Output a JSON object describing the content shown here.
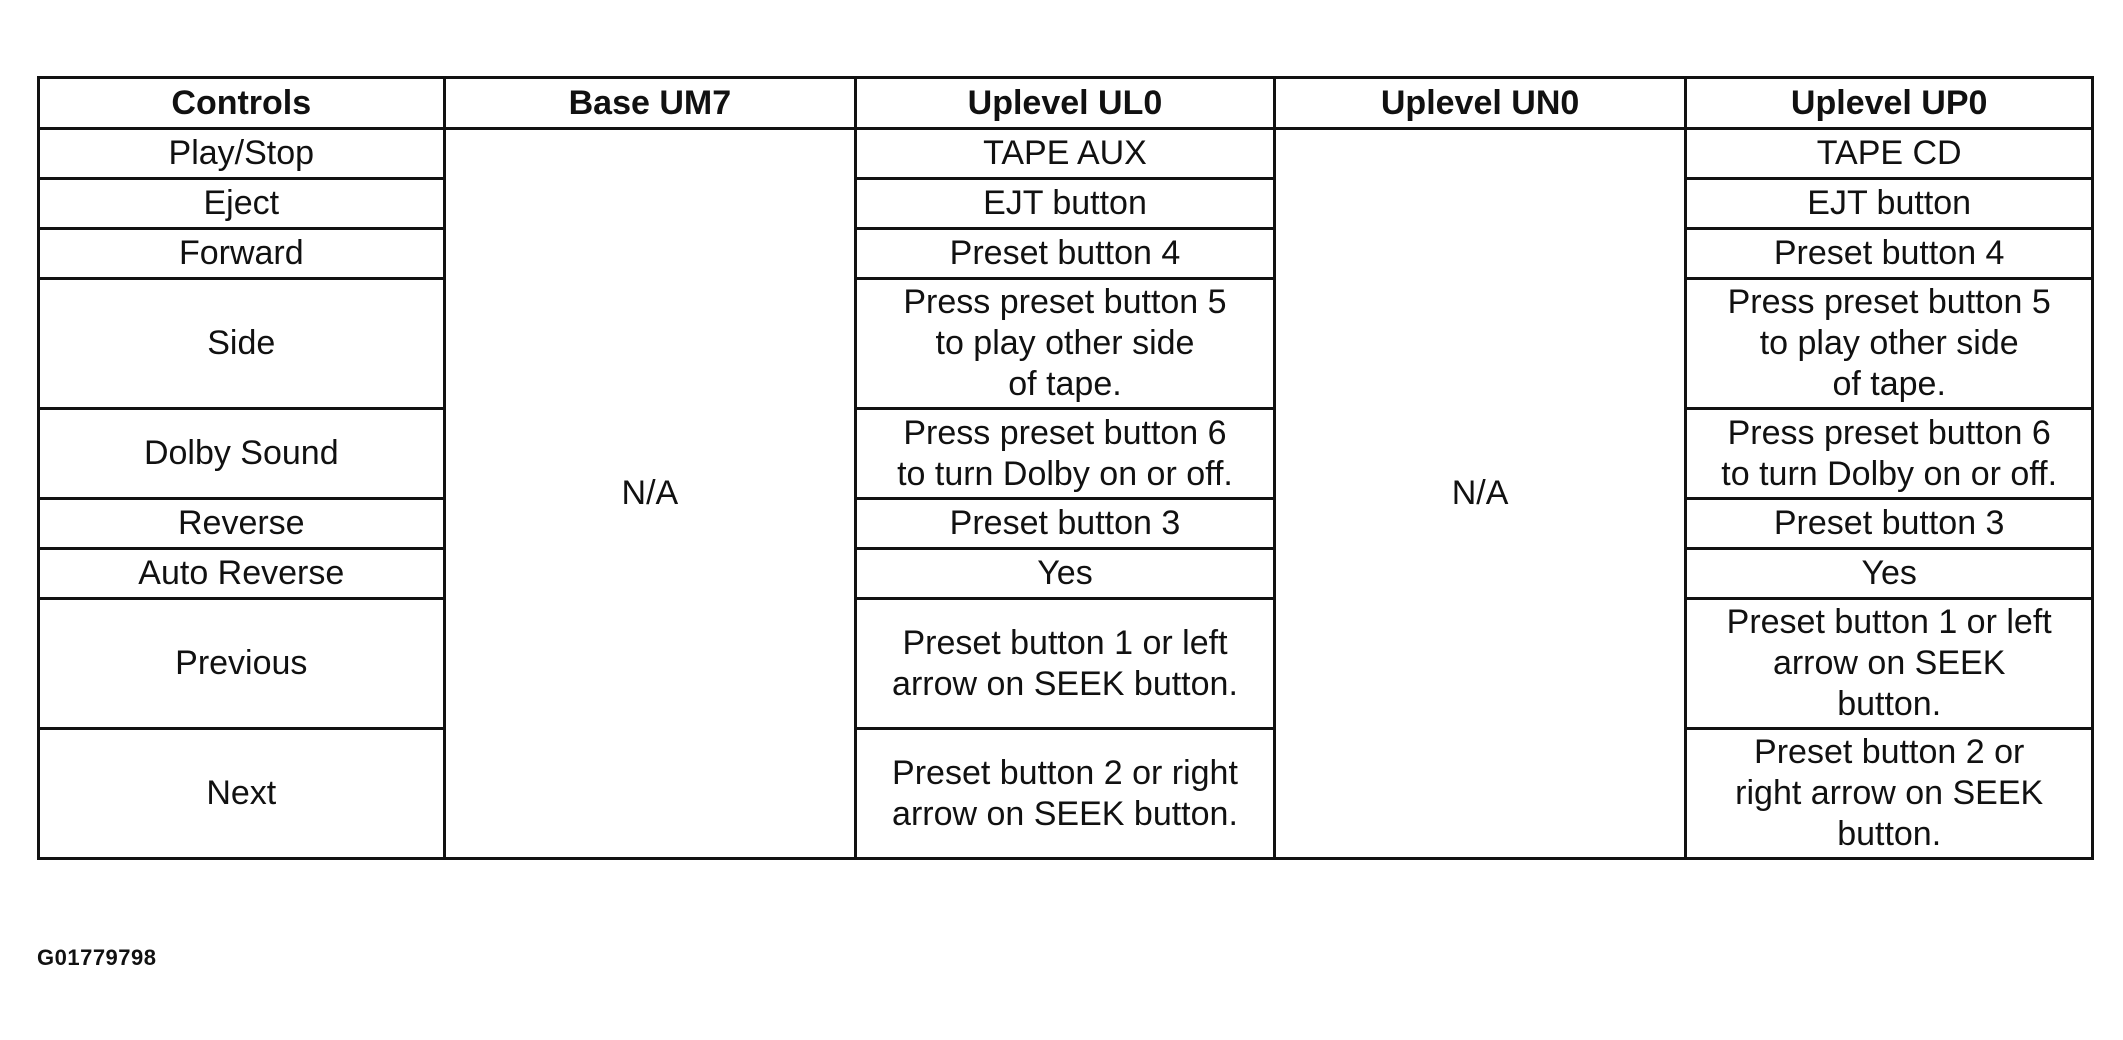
{
  "table": {
    "headers": {
      "controls": "Controls",
      "base_um7": "Base UM7",
      "uplevel_ul0": "Uplevel UL0",
      "uplevel_un0": "Uplevel UN0",
      "uplevel_up0": "Uplevel UP0"
    },
    "base_um7_value": "N/A",
    "uplevel_un0_value": "N/A",
    "rows": [
      {
        "control": "Play/Stop",
        "ul0": "TAPE AUX",
        "up0": "TAPE CD"
      },
      {
        "control": "Eject",
        "ul0": "EJT button",
        "up0": "EJT button"
      },
      {
        "control": "Forward",
        "ul0": "Preset button 4",
        "up0": "Preset button 4"
      },
      {
        "control": "Side",
        "ul0": [
          "Press preset button 5",
          "to play other side",
          "of tape."
        ],
        "up0": [
          "Press preset button 5",
          "to play other side",
          "of tape."
        ]
      },
      {
        "control": "Dolby Sound",
        "ul0": [
          "Press preset button 6",
          "to turn Dolby on or off."
        ],
        "up0": [
          "Press preset button 6",
          "to turn Dolby on or off."
        ]
      },
      {
        "control": "Reverse",
        "ul0": "Preset button 3",
        "up0": "Preset button 3"
      },
      {
        "control": "Auto Reverse",
        "ul0": "Yes",
        "up0": "Yes"
      },
      {
        "control": "Previous",
        "ul0": [
          "Preset button 1 or left",
          "arrow on SEEK button."
        ],
        "up0": [
          "Preset button 1 or left",
          "arrow on SEEK",
          "button."
        ]
      },
      {
        "control": "Next",
        "ul0": [
          "Preset button 2 or right",
          "arrow on SEEK button."
        ],
        "up0": [
          "Preset button 2 or",
          "right arrow on SEEK",
          "button."
        ]
      }
    ]
  },
  "figure_id": "G01779798"
}
